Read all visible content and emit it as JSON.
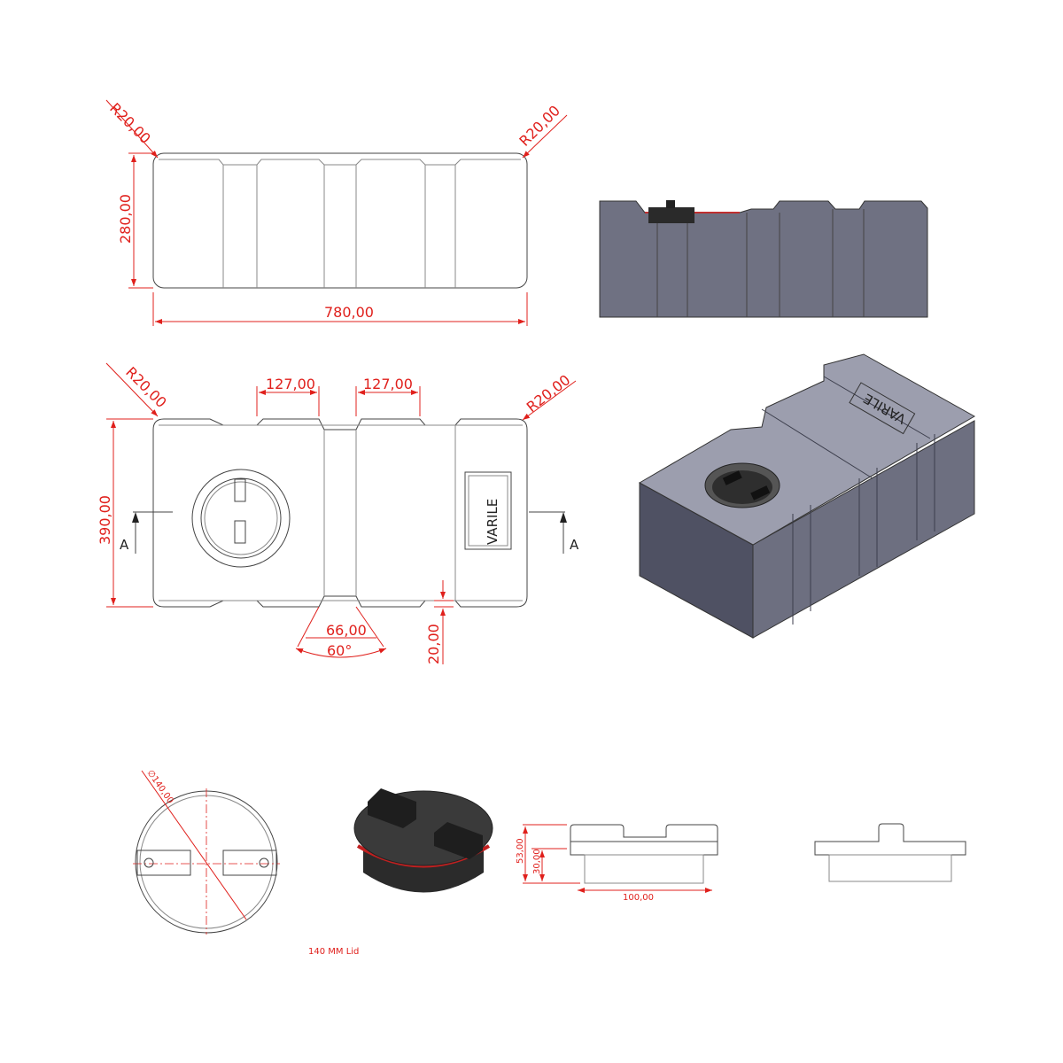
{
  "top_view": {
    "radius_left": "R20,00",
    "radius_right": "R20,00",
    "height": "280,00",
    "length": "780,00"
  },
  "front_view": {
    "radius_left": "R20,00",
    "radius_right": "R20,00",
    "gap_left": "127,00",
    "gap_right": "127,00",
    "height": "390,00",
    "notch_width": "66,00",
    "notch_angle": "60°",
    "notch_depth": "20,00",
    "section_left": "A",
    "section_right": "A",
    "brand": "VARILE"
  },
  "iso_view": {
    "brand": "VARILE"
  },
  "lid": {
    "diameter": "∅140,00",
    "height_total": "53,00",
    "height_neck": "30,00",
    "neck_width": "100,00",
    "caption": "140 MM Lid"
  },
  "colors": {
    "dimension": "#e0201c",
    "tank": "#6f7182"
  }
}
